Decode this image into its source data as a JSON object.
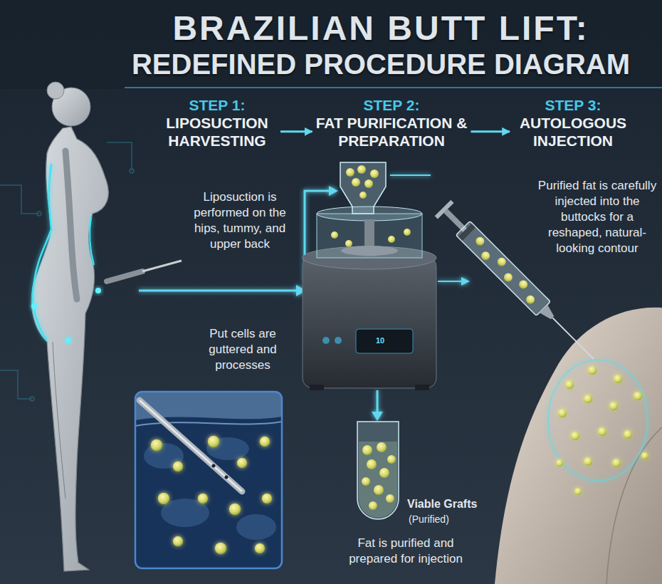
{
  "diagram": {
    "title": "BRAZILIAN BUTT LIFT: REDEFINED PROCEDURE DIAGRAM",
    "nodes": [
      {
        "text": [
          "STEP 1:",
          "LIPOSUCTION HARVESTING"
        ]
      },
      {
        "text": [
          "STEP 2:",
          "FAT PURIFICATION & PREPARATION"
        ]
      },
      {
        "text": [
          "STEP 3:",
          "AUTOLOGOUS INJECTION"
        ]
      }
    ],
    "edges": [
      {
        "from": 0,
        "to": 1,
        "arrow": "to"
      },
      {
        "from": 1,
        "to": 2,
        "arrow": "to"
      }
    ],
    "labels": [
      "Liposuction is performed on the hips, tummy, and upper back",
      "Put cells are guttered and processes",
      "10",
      "Viable Grafts",
      "(Purified)",
      "Fat is purified and prepared for injection",
      "Purified fat is carefully injected into the buttocks for a reshaped, natural-looking contour"
    ]
  }
}
